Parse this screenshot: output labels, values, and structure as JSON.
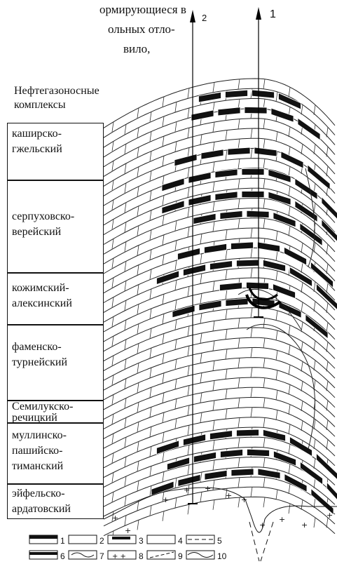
{
  "intro_lines": [
    "ормирующиеся в",
    "ольных отло-",
    "вило,"
  ],
  "heading_lines": [
    "Нефтегазоносные",
    "комплексы"
  ],
  "complexes": [
    {
      "lines": [
        "каширско-",
        "гжельский"
      ]
    },
    {
      "lines": [
        "серпуховско-",
        "верейский"
      ]
    },
    {
      "lines": [
        "кожимский-",
        "алексинский"
      ]
    },
    {
      "lines": [
        "фаменско-",
        "турнейский"
      ]
    },
    {
      "lines": [
        "Семилукско-",
        "речицкий"
      ]
    },
    {
      "lines": [
        "муллинско-",
        "пашийско-",
        "тиманский"
      ]
    },
    {
      "lines": [
        "эйфельско-",
        "ардатовский"
      ]
    }
  ],
  "wells": [
    {
      "label": "2"
    },
    {
      "label": "1"
    }
  ],
  "legend": [
    "1",
    "2",
    "3",
    "4",
    "5",
    "6",
    "7",
    "8",
    "9",
    "10"
  ]
}
